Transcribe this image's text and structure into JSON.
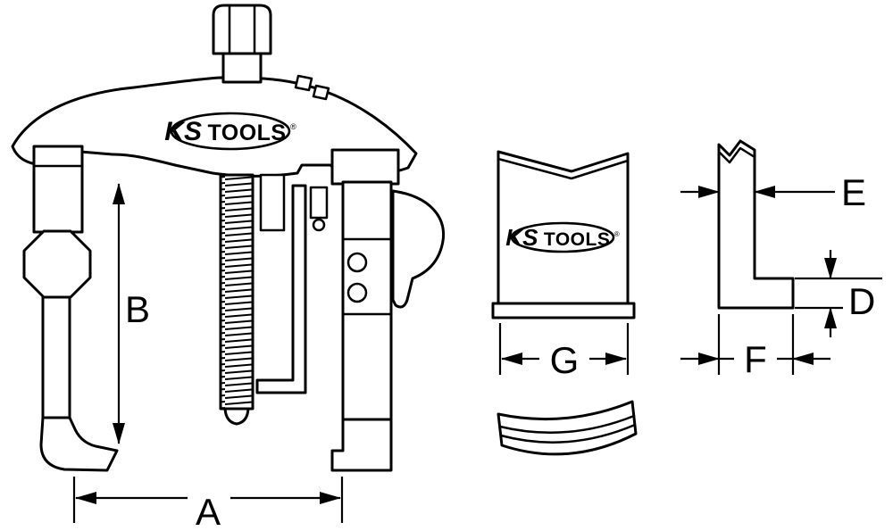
{
  "colors": {
    "line": "#000000",
    "background": "#ffffff"
  },
  "brand": {
    "ks": "KS",
    "tools": "TOOLS",
    "reg": "®"
  },
  "dims": {
    "A": "A",
    "B": "B",
    "D": "D",
    "E": "E",
    "F": "F",
    "G": "G"
  }
}
